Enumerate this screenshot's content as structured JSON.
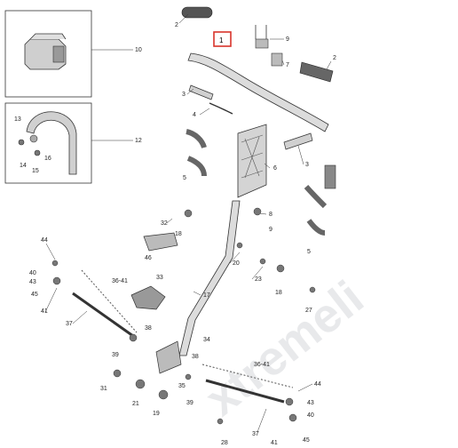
{
  "watermark": "xtremeli",
  "highlight": {
    "label": "1",
    "color": "#d9342b"
  },
  "colors": {
    "line": "#333333",
    "part_fill": "#d8d8d8",
    "part_dark": "#555555"
  },
  "inset_labels": [
    "10",
    "12",
    "13",
    "14",
    "15",
    "16"
  ],
  "callouts": [
    "2",
    "9",
    "7",
    "2",
    "3",
    "4",
    "5",
    "6",
    "3",
    "5",
    "8",
    "9",
    "32",
    "18",
    "46",
    "20",
    "23",
    "18",
    "27",
    "44",
    "40",
    "43",
    "45",
    "41",
    "37",
    "36-41",
    "33",
    "38",
    "39",
    "17",
    "34",
    "38",
    "35",
    "31",
    "21",
    "19",
    "39",
    "36-41",
    "44",
    "43",
    "40",
    "45",
    "37",
    "41",
    "28"
  ]
}
